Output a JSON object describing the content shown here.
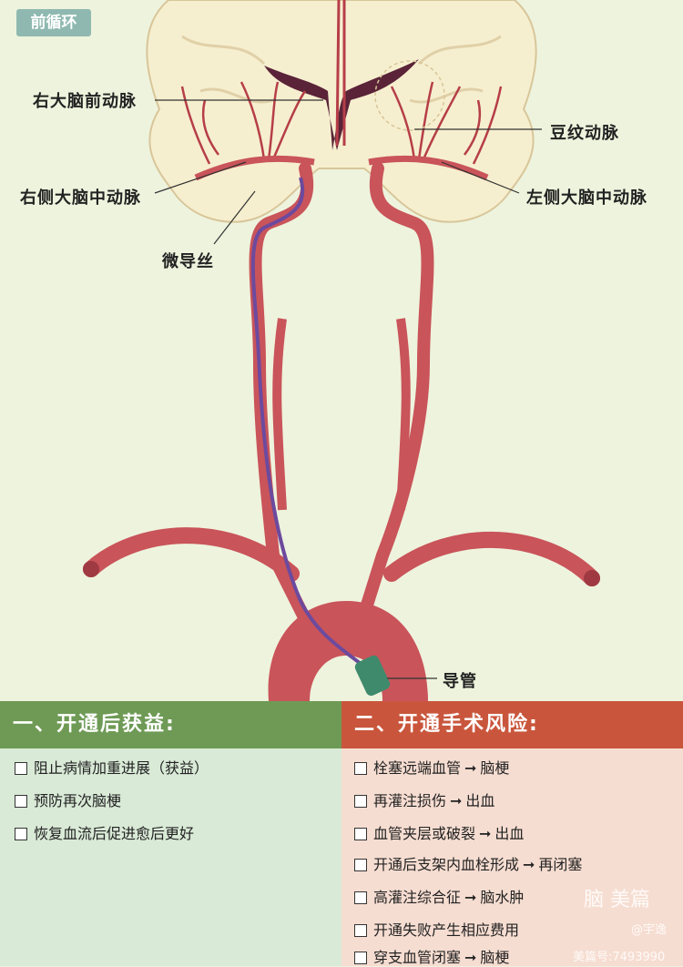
{
  "tag": "前循环",
  "labels": {
    "right_aca": "右大脑前动脉",
    "lenticulostriate": "豆纹动脉",
    "right_mca": "右侧大脑中动脉",
    "left_mca": "左侧大脑中动脉",
    "microwire": "微导丝",
    "catheter": "导管"
  },
  "benefits": {
    "title": "一、开通后获益:",
    "items": [
      "阻止病情加重进展（获益）",
      "预防再次脑梗",
      "恢复血流后促进愈后更好"
    ]
  },
  "risks": {
    "title": "二、开通手术风险:",
    "items": [
      {
        "cause": "栓塞远端血管",
        "effect": "脑梗"
      },
      {
        "cause": "再灌注损伤",
        "effect": "出血"
      },
      {
        "cause": "血管夹层或破裂",
        "effect": "出血"
      },
      {
        "cause": "开通后支架内血栓形成",
        "effect": "再闭塞"
      },
      {
        "cause": "高灌注综合征",
        "effect": "脑水肿"
      },
      {
        "cause": "开通失败产生相应费用",
        "effect": ""
      },
      {
        "cause": "穿支血管闭塞",
        "effect": "脑梗"
      }
    ]
  },
  "watermark": {
    "logo": "脑 美篇",
    "user": "@宇逸",
    "id": "美篇号:7493990"
  },
  "colors": {
    "artery": "#c9545a",
    "benefit_header": "#6e9a55",
    "risk_header": "#c9563c",
    "catheter": "#6c4a9e"
  }
}
